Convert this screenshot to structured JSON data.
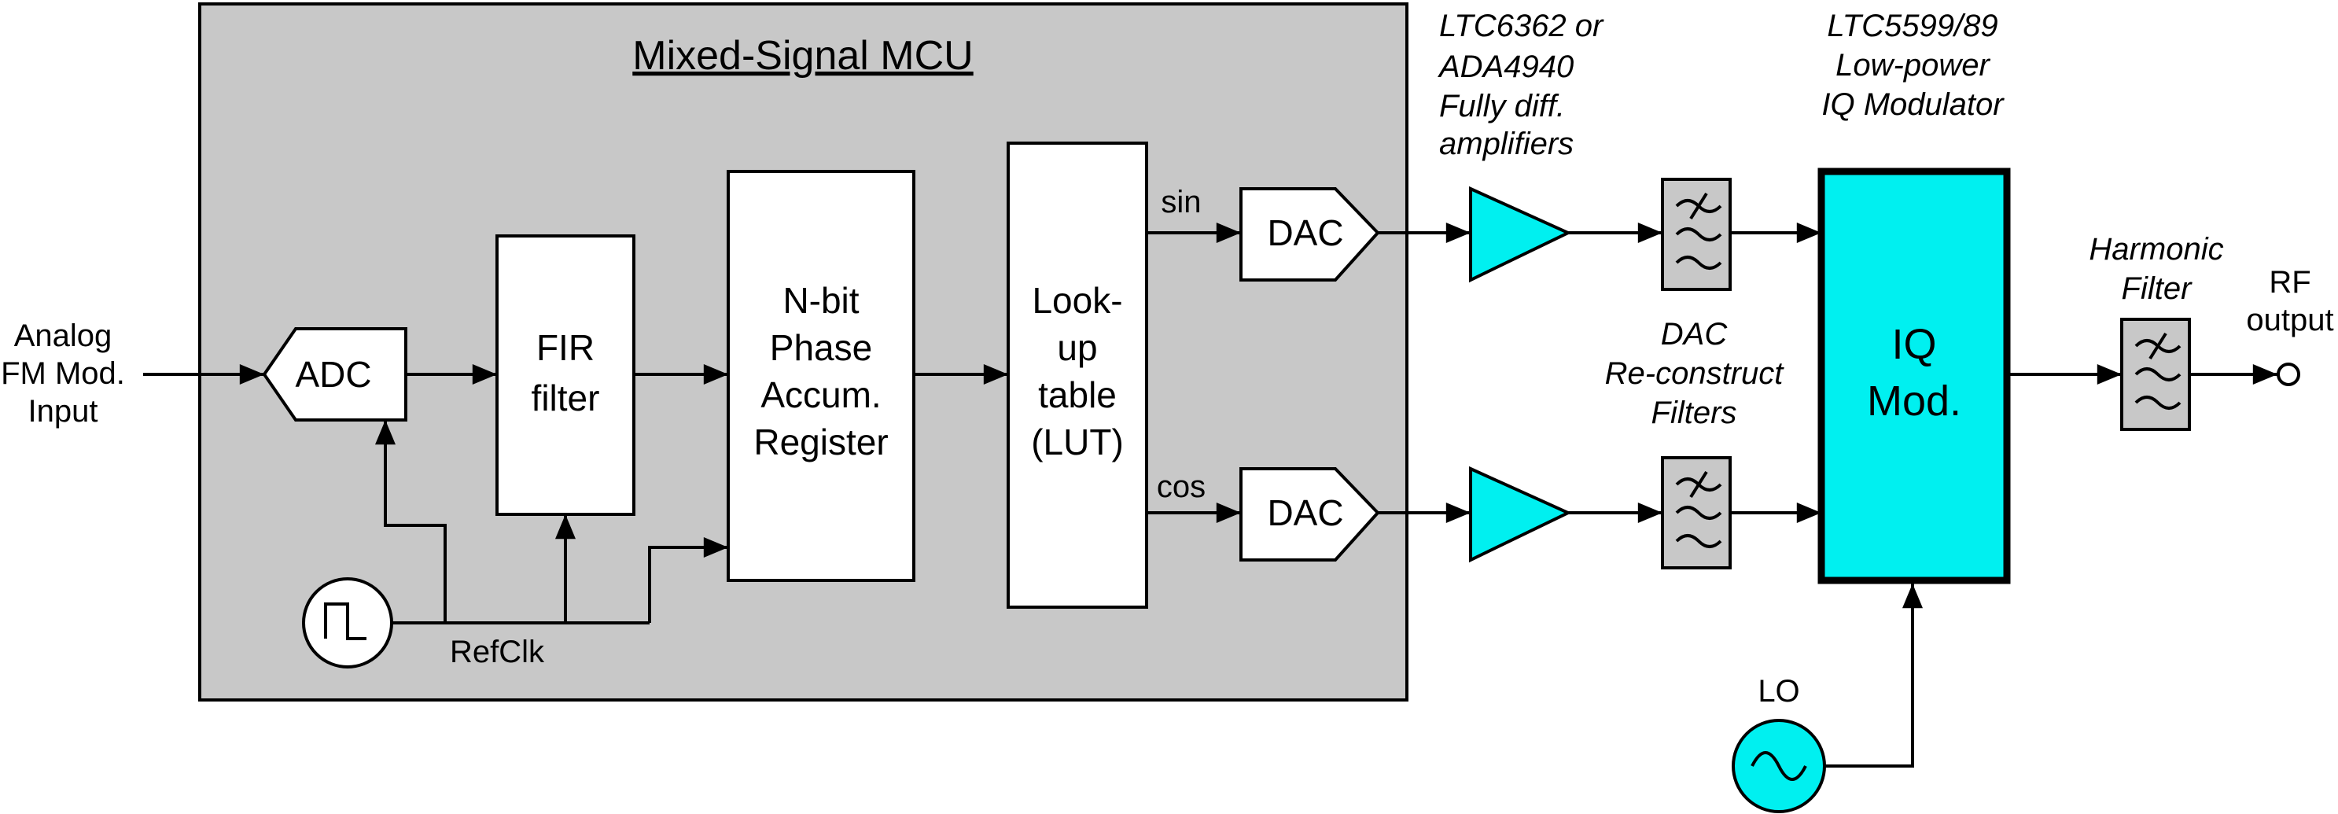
{
  "mcu": {
    "title": "Mixed-Signal MCU"
  },
  "input": {
    "lines": [
      "Analog",
      "FM Mod.",
      "Input"
    ]
  },
  "adc": {
    "label": "ADC"
  },
  "fir": {
    "lines": [
      "FIR",
      "filter"
    ]
  },
  "accumulator": {
    "lines": [
      "N-bit",
      "Phase",
      "Accum.",
      "Register"
    ]
  },
  "lut": {
    "lines": [
      "Look-",
      "up",
      "table",
      "(LUT)"
    ]
  },
  "refclk": {
    "label": "RefClk"
  },
  "signals": {
    "sin": "sin",
    "cos": "cos"
  },
  "dac_top": {
    "label": "DAC"
  },
  "dac_bottom": {
    "label": "DAC"
  },
  "amplifiers": {
    "lines": [
      "LTC6362 or",
      "ADA4940",
      "Fully diff.",
      "amplifiers"
    ]
  },
  "recon_filters": {
    "lines": [
      "DAC",
      "Re-construct",
      "Filters"
    ]
  },
  "modulator_note": {
    "lines": [
      "LTC5599/89",
      "Low-power",
      "IQ Modulator"
    ]
  },
  "iq_mod": {
    "lines": [
      "IQ",
      "Mod."
    ]
  },
  "lo": {
    "label": "LO"
  },
  "harmonic_filter": {
    "lines": [
      "Harmonic",
      "Filter"
    ]
  },
  "rf_output": {
    "lines": [
      "RF",
      "output"
    ]
  },
  "colors": {
    "panel": "#c8c8c8",
    "accent": "#00f0f0",
    "filter_fill": "#c8c8c8"
  },
  "icons": {
    "clock": "square-wave-icon",
    "lo": "sine-wave-icon",
    "filter": "lowpass-filter-icon"
  }
}
